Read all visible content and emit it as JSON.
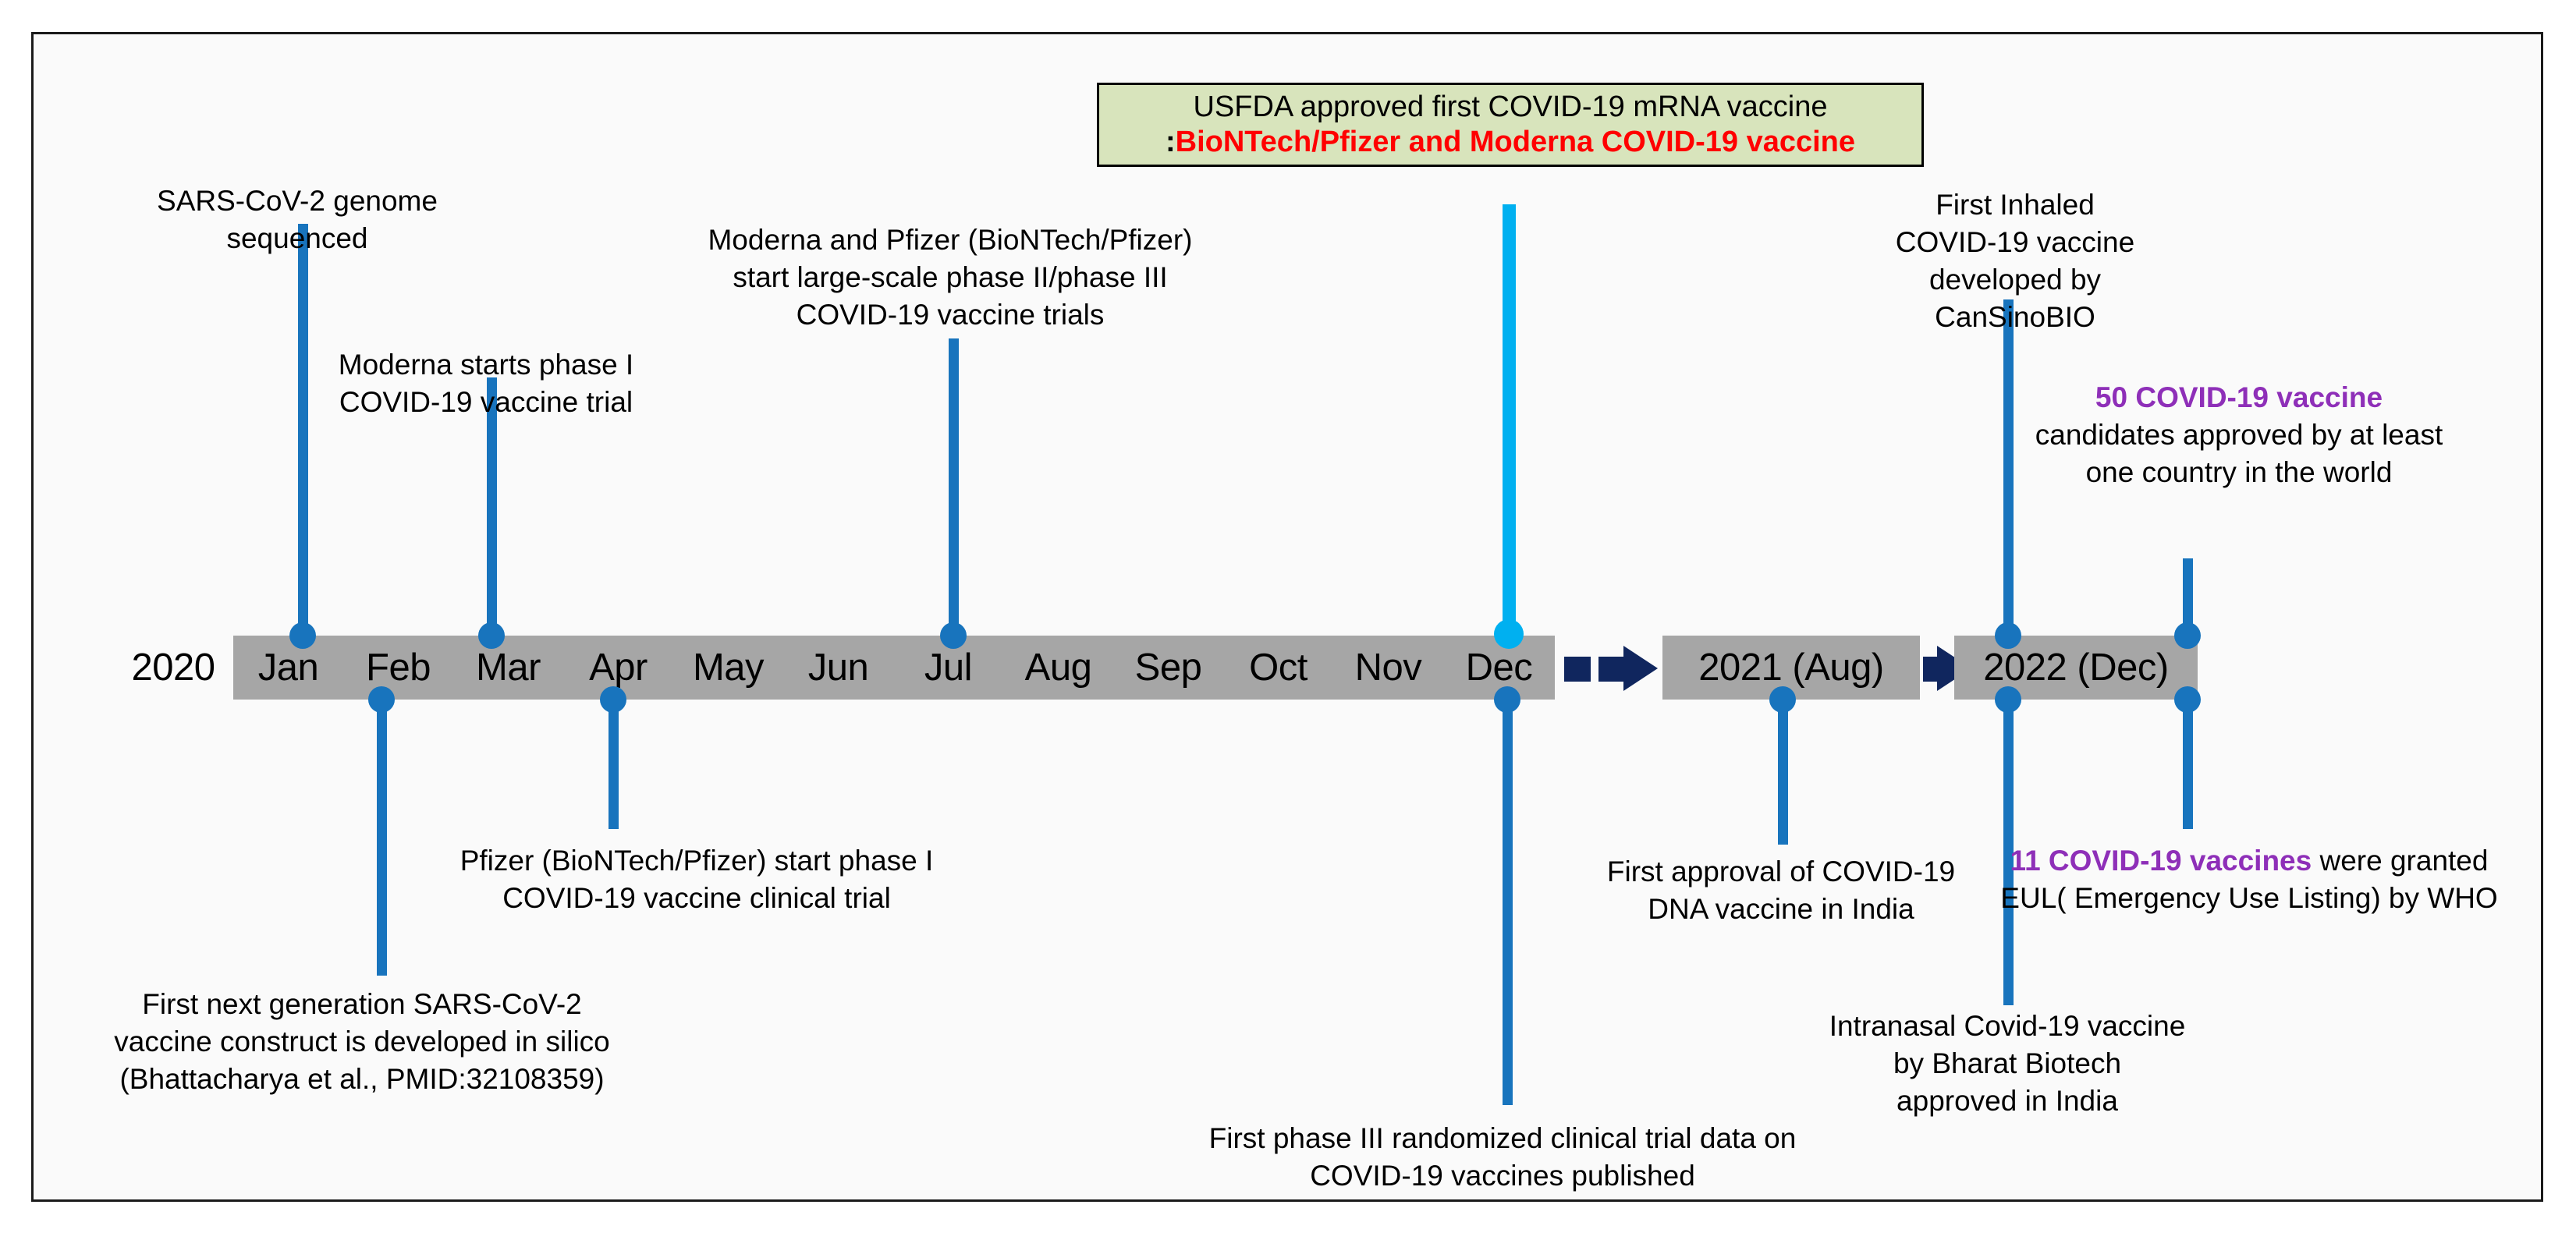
{
  "figure": {
    "title": "COVID-19 vaccine development timeline",
    "colors": {
      "marker_blue": "#1874bd",
      "marker_cyan": "#00b0f0",
      "bar_gray": "#a6a6a6",
      "arrow_navy": "#10265e",
      "callout_green": "#d8e4bc",
      "highlight_red": "#ff0000",
      "highlight_purple": "#8e2fb8",
      "frame_black": "#1a1a1a"
    }
  },
  "timeline": {
    "year_label": "2020",
    "months": [
      "Jan",
      "Feb",
      "Mar",
      "Apr",
      "May",
      "Jun",
      "Jul",
      "Aug",
      "Sep",
      "Oct",
      "Nov",
      "Dec"
    ],
    "blocks": [
      {
        "label": "2021 (Aug)"
      },
      {
        "label": "2022 (Dec)"
      }
    ]
  },
  "callout": {
    "line1": "USFDA approved first COVID-19 mRNA vaccine",
    "colon": ":",
    "line2": "BioNTech/Pfizer and Moderna COVID-19 vaccine"
  },
  "annotations": {
    "sars_genome": "SARS-CoV-2 genome\nsequenced",
    "moderna_phase1": "Moderna starts phase I\nCOVID-19  vaccine trial",
    "moderna_pfizer_phase23": "Moderna and  Pfizer (BioNTech/Pfizer)\nstart large-scale phase II/phase III\nCOVID-19 vaccine trials",
    "first_inhaled": "First Inhaled\nCOVID-19 vaccine\ndeveloped by CanSinoBIO",
    "fifty_candidates_bold": "50  COVID-19 vaccine",
    "fifty_candidates_rest": "candidates  approved by at least\none country in the world",
    "pfizer_phase1": "Pfizer (BioNTech/Pfizer) start phase I\nCOVID-19 vaccine clinical trial",
    "next_gen_construct": "First next generation SARS-CoV-2\nvaccine construct is developed in silico\n(Bhattacharya  et al.,  PMID:32108359)",
    "first_phase3_data": "First phase III randomized clinical trial data on\nCOVID-19 vaccines published",
    "dna_vaccine_india": "First approval of COVID-19\nDNA vaccine in India",
    "intranasal_bharat": "Intranasal Covid-19 vaccine\nby Bharat Biotech\napproved in India",
    "eleven_vaccines_bold": "11 COVID-19 vaccines",
    "eleven_vaccines_rest": " were granted\nEUL( Emergency Use Listing) by WHO"
  },
  "chart_data": {
    "type": "timeline",
    "title": "COVID-19 vaccine development timeline",
    "axis_label": "2020",
    "x_categories": [
      "Jan",
      "Feb",
      "Mar",
      "Apr",
      "May",
      "Jun",
      "Jul",
      "Aug",
      "Sep",
      "Oct",
      "Nov",
      "Dec",
      "2021 (Aug)",
      "2022 (Dec)"
    ],
    "events": [
      {
        "date": "Jan 2020",
        "side": "above",
        "marker_color": "#1874bd",
        "text": "SARS-CoV-2 genome sequenced"
      },
      {
        "date": "Feb 2020",
        "side": "below",
        "marker_color": "#1874bd",
        "text": "First next generation SARS-CoV-2 vaccine construct is developed in silico (Bhattacharya et al., PMID:32108359)"
      },
      {
        "date": "Mar 2020",
        "side": "above",
        "marker_color": "#1874bd",
        "text": "Moderna starts phase I COVID-19 vaccine trial"
      },
      {
        "date": "Apr 2020",
        "side": "below",
        "marker_color": "#1874bd",
        "text": "Pfizer (BioNTech/Pfizer) start phase I COVID-19 vaccine clinical trial"
      },
      {
        "date": "Jul 2020",
        "side": "above",
        "marker_color": "#1874bd",
        "text": "Moderna and Pfizer (BioNTech/Pfizer) start large-scale phase II/phase III COVID-19 vaccine trials"
      },
      {
        "date": "Dec 2020",
        "side": "above",
        "marker_color": "#00b0f0",
        "text": "USFDA approved first COVID-19 mRNA vaccine: BioNTech/Pfizer and Moderna COVID-19 vaccine"
      },
      {
        "date": "Dec 2020",
        "side": "below",
        "marker_color": "#1874bd",
        "text": "First phase III randomized clinical trial data on COVID-19 vaccines published"
      },
      {
        "date": "2021 (Aug)",
        "side": "below",
        "marker_color": "#1874bd",
        "text": "First approval of COVID-19 DNA vaccine in India"
      },
      {
        "date": "2022 (Dec)",
        "side": "above",
        "marker_color": "#1874bd",
        "text": "First Inhaled COVID-19 vaccine developed by CanSinoBIO"
      },
      {
        "date": "2022 (Dec)",
        "side": "above",
        "marker_color": "#1874bd",
        "text": "50 COVID-19 vaccine candidates approved by at least one country in the world"
      },
      {
        "date": "2022 (Dec)",
        "side": "below",
        "marker_color": "#1874bd",
        "text": "Intranasal Covid-19 vaccine by Bharat Biotech approved in India"
      },
      {
        "date": "2022 (Dec)",
        "side": "below",
        "marker_color": "#1874bd",
        "text": "11 COVID-19 vaccines were granted EUL( Emergency Use Listing) by WHO"
      }
    ]
  }
}
